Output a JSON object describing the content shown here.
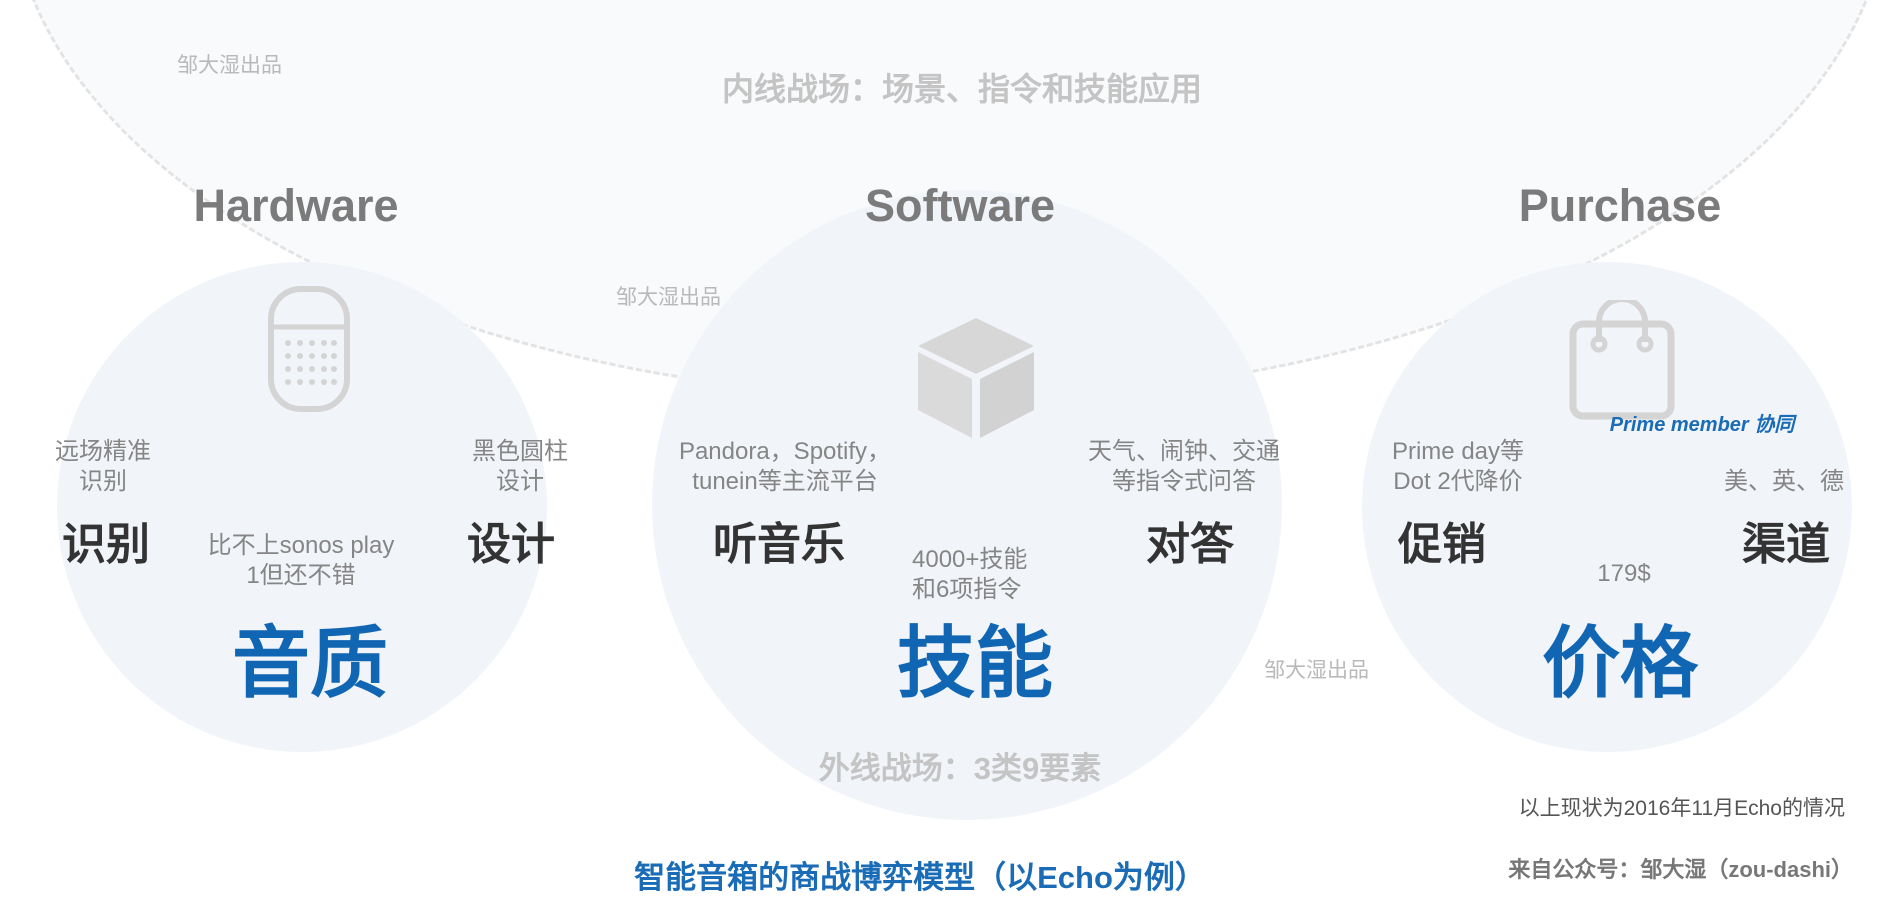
{
  "watermarks": [
    "邹大湿出品",
    "邹大湿出品",
    "邹大湿出品"
  ],
  "inner_title": "内线战场：场景、指令和技能应用",
  "outer_title": "外线战场：3类9要素",
  "bottom_title": "智能音箱的商战博弈模型（以Echo为例）",
  "note": "以上现状为2016年11月Echo的情况",
  "source": "来自公众号：邹大湿（zou-dashi）",
  "hardware": {
    "heading": "Hardware",
    "icon": "speaker-icon",
    "left_desc_1": "远场精准",
    "left_desc_2": "识别",
    "left_key": "识别",
    "right_desc_1": "黑色圆柱",
    "right_desc_2": "设计",
    "right_key": "设计",
    "center_desc_1": "比不上sonos play",
    "center_desc_2": "1但还不错",
    "big": "音质"
  },
  "software": {
    "heading": "Software",
    "icon": "cube-icon",
    "left_desc_1": "Pandora，Spotify，",
    "left_desc_2": "tunein等主流平台",
    "left_key": "听音乐",
    "right_desc_1": "天气、闹钟、交通",
    "right_desc_2": "等指令式问答",
    "right_key": "对答",
    "center_desc_1": "4000+技能",
    "center_desc_2": "和6项指令",
    "big": "技能"
  },
  "purchase": {
    "heading": "Purchase",
    "icon": "shopping-bag-icon",
    "left_desc_1": "Prime day等",
    "left_desc_2": "Dot 2代降价",
    "left_key": "促销",
    "prime_note": "Prime member 协同",
    "right_desc_1": "美、英、德",
    "right_key": "渠道",
    "center_desc_1": "179$",
    "big": "价格"
  },
  "colors": {
    "accent_blue": "#1166b3",
    "heading_gray": "#7b7b7b",
    "circle_fill": "#f1f4f9",
    "arc_dash": "#e3e3e3"
  }
}
